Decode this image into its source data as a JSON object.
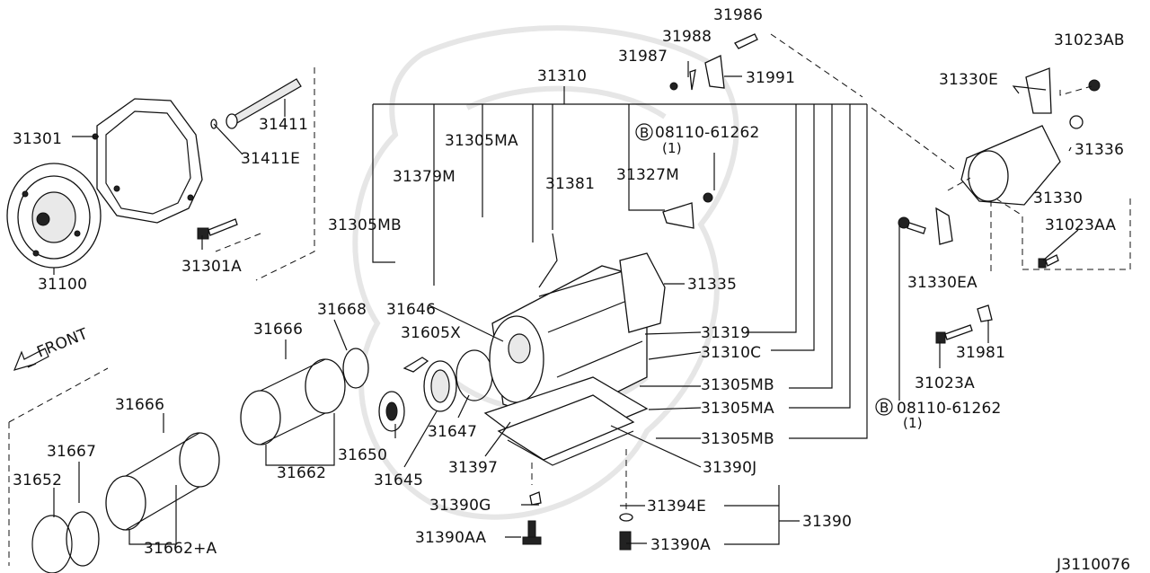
{
  "diagram_code": "J3110076",
  "front_label": "FRONT",
  "callouts": {
    "p31986": "31986",
    "p31988": "31988",
    "p31987": "31987",
    "p31991": "31991",
    "p31310": "31310",
    "p31023AB": "31023AB",
    "p31330E": "31330E",
    "p31301": "31301",
    "p31411": "31411",
    "p31411E": "31411E",
    "p31305MA_top": "31305MA",
    "p08110_top": "08110-61262",
    "p08110_top_qty": "(1)",
    "p31336": "31336",
    "p31379M": "31379M",
    "p31381": "31381",
    "p31327M": "31327M",
    "p31330": "31330",
    "p31305MB_left": "31305MB",
    "p31023AA": "31023AA",
    "p31301A": "31301A",
    "p31100": "31100",
    "p31330EA": "31330EA",
    "p31335": "31335",
    "p31668": "31668",
    "p31646": "31646",
    "p31666_upper": "31666",
    "p31605X": "31605X",
    "p31319": "31319",
    "p31310C": "31310C",
    "p31981": "31981",
    "p31305MB_mid": "31305MB",
    "p31023A": "31023A",
    "p31305MA_mid": "31305MA",
    "p08110_right": "08110-61262",
    "p08110_right_qty": "(1)",
    "p31666_lower": "31666",
    "p31647": "31647",
    "p31305MB_low": "31305MB",
    "p31667": "31667",
    "p31650": "31650",
    "p31397": "31397",
    "p31390J": "31390J",
    "p31652": "31652",
    "p31662_upper": "31662",
    "p31645": "31645",
    "p31390G": "31390G",
    "p31394E": "31394E",
    "p31390": "31390",
    "p31390AA": "31390AA",
    "p31390A": "31390A",
    "p31662A": "31662+A"
  },
  "bolt_symbol": "B",
  "colors": {
    "ink": "#111111",
    "background": "#ffffff",
    "watermark": "#e6e6e6"
  }
}
